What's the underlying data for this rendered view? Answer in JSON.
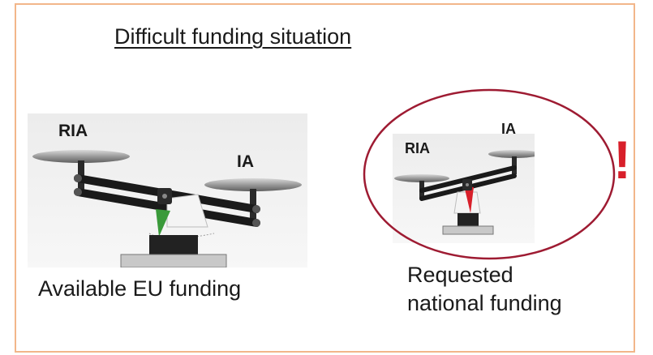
{
  "title": "Difficult funding situation",
  "left_scale": {
    "label_left": "RIA",
    "label_right": "IA",
    "pointer_color": "#3a9a3a",
    "caption": "Available EU funding"
  },
  "right_scale": {
    "label_left": "RIA",
    "label_right": "IA",
    "pointer_color": "#d81f2a",
    "caption_line1": "Requested",
    "caption_line2": "national funding",
    "highlight_color": "#9e1b32"
  },
  "alert_mark": "!",
  "colors": {
    "border": "#f2b68a",
    "alert": "#d81f2a"
  }
}
